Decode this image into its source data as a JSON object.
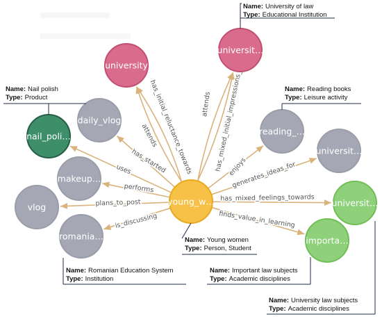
{
  "colors": {
    "edge": "#d9b27c",
    "gray_fill": "#a5a8b4",
    "gray_stroke": "#9a9da8",
    "pink_fill": "#d96b8d",
    "pink_stroke": "#c24e72",
    "green_fill": "#8ed17a",
    "green_stroke": "#6fbf57",
    "darkgreen_fill": "#3e8e6a",
    "darkgreen_stroke": "#245e44",
    "yellow_fill": "#f7c046",
    "yellow_stroke": "#e8a91f",
    "callout_line": "#1f2a44"
  },
  "nodes": [
    {
      "id": "young",
      "label": "young_w…",
      "kind": "yellow"
    },
    {
      "id": "university_top",
      "label": "university",
      "kind": "pink"
    },
    {
      "id": "university_law",
      "label": "universit…",
      "kind": "pink"
    },
    {
      "id": "daily_vlog",
      "label": "daily_vlog",
      "kind": "gray"
    },
    {
      "id": "nail",
      "label": "nail_poli…",
      "kind": "darkgreen"
    },
    {
      "id": "makeup",
      "label": "makeup…",
      "kind": "gray"
    },
    {
      "id": "vlog",
      "label": "vlog",
      "kind": "gray"
    },
    {
      "id": "romania",
      "label": "romania…",
      "kind": "gray"
    },
    {
      "id": "reading",
      "label": "reading_…",
      "kind": "gray"
    },
    {
      "id": "univ_gray",
      "label": "universit…",
      "kind": "gray"
    },
    {
      "id": "univ_green",
      "label": "universit…",
      "kind": "green"
    },
    {
      "id": "importa",
      "label": "importa…",
      "kind": "green"
    }
  ],
  "edges": [
    {
      "from": "young",
      "to": "university_top",
      "label": "has_initial_reluctance_towards"
    },
    {
      "from": "young",
      "to": "university_top",
      "label": "attends"
    },
    {
      "from": "young",
      "to": "university_law",
      "label": "attends"
    },
    {
      "from": "young",
      "to": "university_law",
      "label": "has_mixed_initial_impressions_of"
    },
    {
      "from": "young",
      "to": "daily_vlog",
      "label": "has_started"
    },
    {
      "from": "young",
      "to": "nail",
      "label": "uses"
    },
    {
      "from": "young",
      "to": "makeup",
      "label": "performs"
    },
    {
      "from": "young",
      "to": "vlog",
      "label": "plans_to_post"
    },
    {
      "from": "young",
      "to": "romania",
      "label": "is_discussing"
    },
    {
      "from": "young",
      "to": "reading",
      "label": "enjoys"
    },
    {
      "from": "young",
      "to": "univ_gray",
      "label": "generates_ideas_for"
    },
    {
      "from": "young",
      "to": "univ_green",
      "label": "has_mixed_feelings_towards"
    },
    {
      "from": "young",
      "to": "importa",
      "label": "finds_value_in_learning"
    }
  ],
  "callouts": [
    {
      "node": "university_law",
      "name_key": "Name:",
      "name": "University of law",
      "type_key": "Type:",
      "type": "Educational Institution"
    },
    {
      "node": "nail",
      "name_key": "Name:",
      "name": "Nail polish",
      "type_key": "Type:",
      "type": "Product"
    },
    {
      "node": "reading",
      "name_key": "Name:",
      "name": "Reading books",
      "type_key": "Type:",
      "type": "Leisure activity"
    },
    {
      "node": "young",
      "name_key": "Name:",
      "name": "Young women",
      "type_key": "Type:",
      "type": "Person, Student"
    },
    {
      "node": "romania",
      "name_key": "Name:",
      "name": "Romanian Education System",
      "type_key": "Type:",
      "type": "Institution"
    },
    {
      "node": "importa",
      "name_key": "Name:",
      "name": "Important law subjects",
      "type_key": "Type:",
      "type": "Academic disciplines"
    },
    {
      "node": "univ_green",
      "name_key": "Name:",
      "name": "University law subjects",
      "type_key": "Type:",
      "type": "Academic disciplines"
    }
  ]
}
